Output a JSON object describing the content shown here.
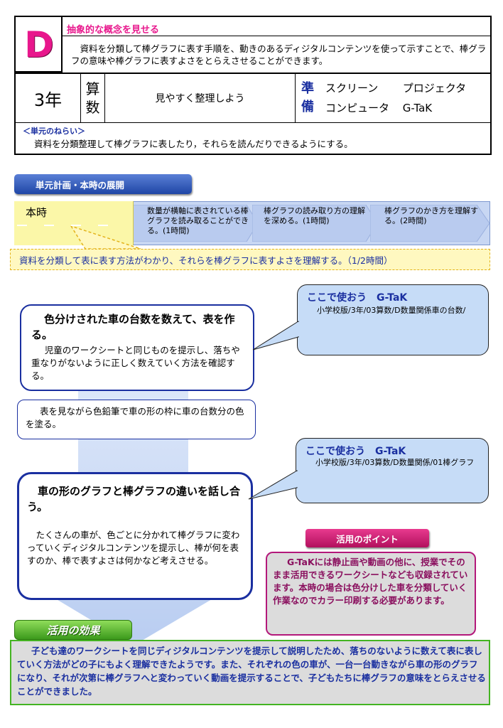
{
  "header": {
    "badge": "D",
    "concept_title": "抽象的な概念を見せる",
    "concept_desc": "資料を分類して棒グラフに表す手順を、動きのあるディジタルコンテンツを使って示すことで、棒グラフの意味や棒グラフに表すよさをとらえさせることができます。",
    "grade": "3年",
    "subject_1": "算",
    "subject_2": "数",
    "unit_title": "見やすく整理しよう",
    "prep_1": "準",
    "prep_2": "備",
    "prep_items": [
      "スクリーン",
      "プロジェクタ",
      "コンピュータ",
      "G-TaK"
    ],
    "aim_label": "＜単元のねらい＞",
    "aim_text": "資料を分類整理して棒グラフに表したり，それらを読んだりできるようにする。"
  },
  "plan": {
    "tab_label": "単元計画・本時の展開",
    "current_label": "本時",
    "steps": [
      "数量が横軸に表されている棒グラフを読み取ることができる。(1時間)",
      "棒グラフの読み取り方の理解を深める。(1時間)",
      "棒グラフのかき方を理解する。(2時間)"
    ],
    "current_goal": "資料を分類して表に表す方法がわかり、それらを棒グラフに表すよさを理解する。（1/2時間）"
  },
  "flow": {
    "box1_title": "色分けされた車の台数を数えて、表を作る。",
    "box1_desc": "児童のワークシートと同じものを提示し、落ちや重なりがないように正しく数えていく方法を確認する。",
    "box2_desc": "表を見ながら色鉛筆で車の形の枠に車の台数分の色を塗る。",
    "box3_title": "車の形のグラフと棒グラフの違いを話し合う。",
    "box3_desc": "たくさんの車が、色ごとに分かれて棒グラフに変わっていくディジタルコンテンツを提示し、棒が何を表すのか、棒で表すよさは何かなど考えさせる。"
  },
  "gtak": [
    {
      "title": "ここで使おう　G-TaK",
      "path": "小学校版/3年/03算数/D数量関係車の台数/"
    },
    {
      "title": "ここで使おう　G-TaK",
      "path": "小学校版/3年/03算数/D数量関係/01棒グラフ"
    }
  ],
  "point": {
    "tab_label": "活用のポイント",
    "text": "G-TaKには静止画や動画の他に、授業でそのまま活用できるワークシートなども収録されています。本時の場合は色分けした車を分類していく作業なのでカラー印刷する必要があります。"
  },
  "effect": {
    "tab_label": "活用の効果",
    "text": "子ども達のワークシートを同じディジタルコンテンツを提示して説明したため、落ちのないように数えて表に表していく方法がどの子にもよく理解できたようです。また、それぞれの色の車が、一台一台動きながら車の形のグラフになり、それが次第に棒グラフへと変わっていく動画を提示することで、子どもたちに棒グラフの意味をとらえさせることができました。"
  },
  "colors": {
    "accent_pink": "#e8178c",
    "accent_blue": "#1a2fa0",
    "bubble_blue": "#c6dcf7",
    "effect_green": "#44b422"
  }
}
